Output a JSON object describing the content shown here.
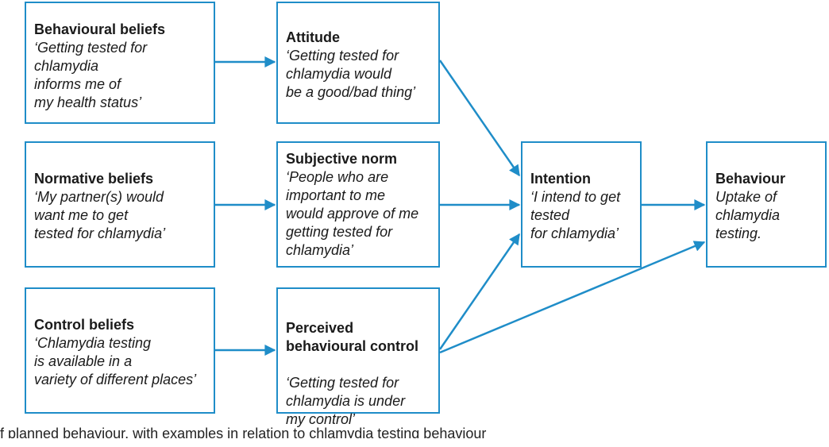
{
  "boxes": {
    "behavioural_beliefs": {
      "title": "Behavioural beliefs",
      "text": "‘Getting tested for\nchlamydia\ninforms me of\nmy health status’"
    },
    "normative_beliefs": {
      "title": "Normative beliefs",
      "text": "‘My partner(s) would\nwant me to get\ntested for chlamydia’"
    },
    "control_beliefs": {
      "title": "Control beliefs",
      "text": "‘Chlamydia testing\nis available in a\nvariety of different places’"
    },
    "attitude": {
      "title": "Attitude",
      "text": "‘Getting tested for\nchlamydia would\nbe a good/bad thing’"
    },
    "subjective_norm": {
      "title": "Subjective norm",
      "text": "‘People who are\nimportant to me\nwould approve of me\ngetting tested for\nchlamydia’"
    },
    "perceived_control": {
      "title": "Perceived\nbehavioural control",
      "text": "‘Getting tested for\nchlamydia is under\nmy control’"
    },
    "intention": {
      "title": "Intention",
      "text": "‘I intend to get\ntested\nfor chlamydia’"
    },
    "behaviour": {
      "title": "Behaviour",
      "text": "Uptake of\nchlamydia\ntesting."
    }
  },
  "caption": "f planned behaviour, with examples in relation to chlamydia testing behaviour",
  "colors": {
    "border": "#1f8dc8",
    "arrow": "#1f8dc8"
  }
}
